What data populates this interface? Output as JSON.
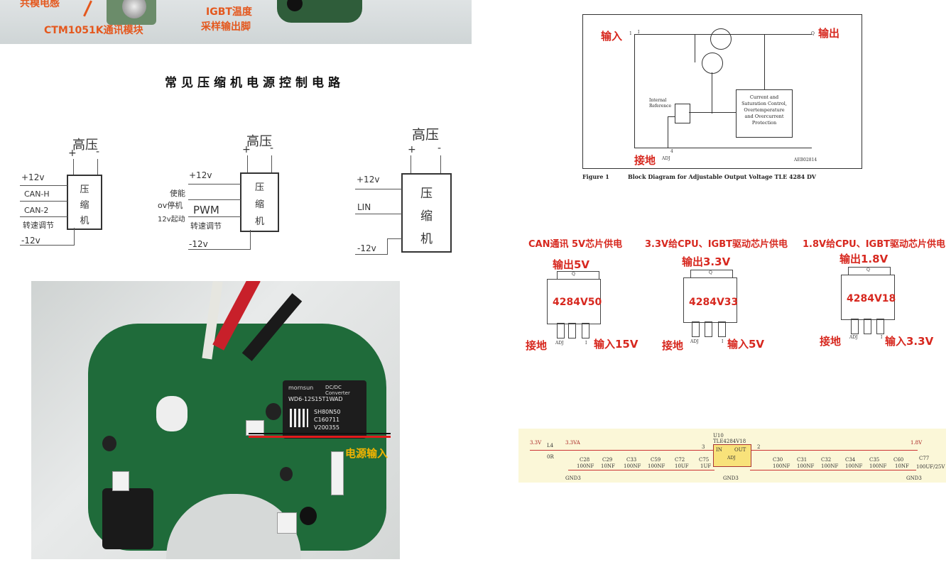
{
  "top_photo": {
    "labels": [
      "共模电感",
      "CTM1051K通讯模块",
      "IGBT温度",
      "采样输出脚"
    ]
  },
  "section_title": "常见压缩机电源控制电路",
  "circuits": [
    {
      "hv": "高压",
      "plus": "+",
      "minus": "-",
      "box": [
        "压",
        "缩",
        "机"
      ],
      "pins": [
        "+12v",
        "CAN-H",
        "CAN-2",
        "转速调节",
        "-12v"
      ]
    },
    {
      "hv": "高压",
      "plus": "+",
      "minus": "-",
      "box": [
        "压",
        "缩",
        "机"
      ],
      "pins": [
        "+12v",
        "使能",
        "ov停机",
        "12v起动",
        "PWM",
        "转速调节",
        "-12v"
      ]
    },
    {
      "hv": "高压",
      "plus": "+",
      "minus": "-",
      "box": [
        "压",
        "缩",
        "机"
      ],
      "pins": [
        "+12v",
        "LIN",
        "-12v"
      ]
    }
  ],
  "block_diagram": {
    "input": "输入",
    "output": "输出",
    "ground": "接地",
    "pin_in": "I",
    "pin_out": "Q",
    "pin_adj": "ADJ",
    "pin_num_in": "1",
    "pin_num_adj": "4",
    "ref": "Internal Reference",
    "ctrl": "Current and Saturation Control, Overtemperature and Overcurrent Protection",
    "code": "AEB02814",
    "caption_num": "Figure 1",
    "caption": "Block Diagram for Adjustable Output Voltage TLE 4284 DV"
  },
  "chips": [
    {
      "title": "CAN通讯 5V芯片供电",
      "out": "输出5V",
      "part": "4284V50",
      "gnd": "接地",
      "in": "输入15V"
    },
    {
      "title": "3.3V给CPU、IGBT驱动芯片供电",
      "out": "输出3.3V",
      "part": "4284V33",
      "gnd": "接地",
      "in": "输入5V"
    },
    {
      "title": "1.8V给CPU、IGBT驱动芯片供电",
      "out": "输出1.8V",
      "part": "4284V18",
      "gnd": "接地",
      "in": "输入3.3V"
    }
  ],
  "chip_pins": {
    "q": "Q",
    "adj": "ADJ",
    "i": "I"
  },
  "pcb_photo": {
    "label": "电源输入",
    "module_brand": "mornsun",
    "module_type": "DC/DC Converter",
    "module_part": "WD6-12S15T1WAD",
    "module_codes": [
      "SH80N50",
      "C160711",
      "V200355"
    ]
  },
  "schematic": {
    "vin": "3.3V",
    "vin2": "3.3VA",
    "vout": "1.8V",
    "inductor": "L4",
    "inductor_val": "0R",
    "ic_ref": "U10",
    "ic_part": "TLE4284V18",
    "ic_in": "IN",
    "ic_out": "OUT",
    "ic_adj": "ADJ",
    "gnd": "GND3",
    "caps_left": [
      {
        "ref": "C28",
        "val": "100NF"
      },
      {
        "ref": "C29",
        "val": "10NF"
      },
      {
        "ref": "C33",
        "val": "100NF"
      },
      {
        "ref": "C59",
        "val": "100NF"
      },
      {
        "ref": "C72",
        "val": "10UF"
      },
      {
        "ref": "C75",
        "val": "1UF"
      }
    ],
    "caps_right": [
      {
        "ref": "C30",
        "val": "100NF"
      },
      {
        "ref": "C31",
        "val": "100NF"
      },
      {
        "ref": "C32",
        "val": "100NF"
      },
      {
        "ref": "C34",
        "val": "100NF"
      },
      {
        "ref": "C35",
        "val": "100NF"
      },
      {
        "ref": "C60",
        "val": "10NF"
      },
      {
        "ref": "C77",
        "val": "100UF/25V"
      }
    ],
    "pin3": "3",
    "pin2": "2"
  }
}
